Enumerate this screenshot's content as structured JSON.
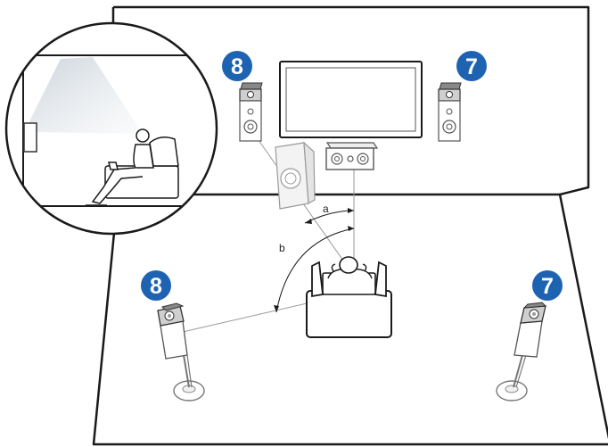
{
  "colors": {
    "line": "#1a1a1a",
    "badge": "#1d63b2",
    "guide": "#9a9a9a",
    "fill": "#ffffff",
    "shade": "#e2e2e2",
    "beam": "#d6dde4"
  },
  "labels": {
    "front_left_badge": "8",
    "front_right_badge": "7",
    "rear_left_badge": "8",
    "rear_right_badge": "7",
    "angle_a": "a",
    "angle_b": "b"
  },
  "icons": {
    "room": "room-outline",
    "tv": "television-icon",
    "center": "center-speaker-icon",
    "subwoofer": "subwoofer-icon",
    "sofa": "sofa-listener-icon",
    "front_speaker": "bookshelf-speaker-icon",
    "height_speaker": "height-speaker-on-stand-icon",
    "inset": "side-view-inset"
  }
}
